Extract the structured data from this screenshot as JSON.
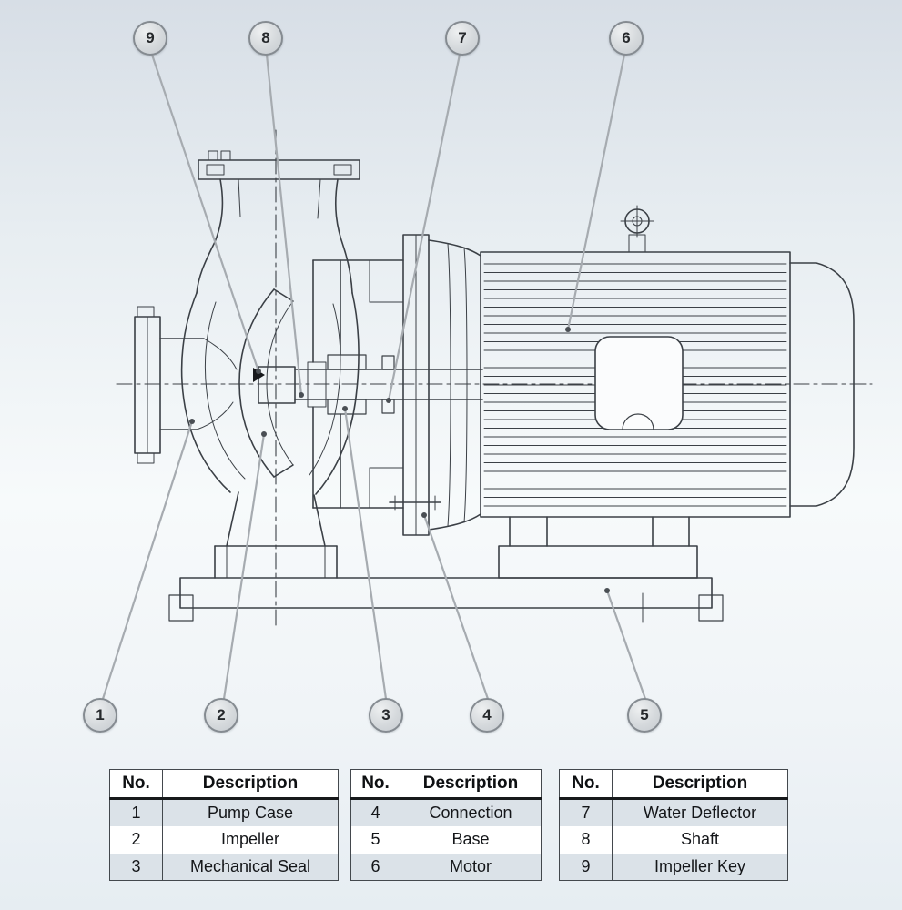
{
  "callouts": {
    "c1": "1",
    "c2": "2",
    "c3": "3",
    "c4": "4",
    "c5": "5",
    "c6": "6",
    "c7": "7",
    "c8": "8",
    "c9": "9"
  },
  "tables": [
    {
      "headers": {
        "no": "No.",
        "description": "Description"
      },
      "rows": [
        {
          "no": "1",
          "description": "Pump Case"
        },
        {
          "no": "2",
          "description": "Impeller"
        },
        {
          "no": "3",
          "description": "Mechanical Seal"
        }
      ]
    },
    {
      "headers": {
        "no": "No.",
        "description": "Description"
      },
      "rows": [
        {
          "no": "4",
          "description": "Connection"
        },
        {
          "no": "5",
          "description": "Base"
        },
        {
          "no": "6",
          "description": "Motor"
        }
      ]
    },
    {
      "headers": {
        "no": "No.",
        "description": "Description"
      },
      "rows": [
        {
          "no": "7",
          "description": "Water Deflector"
        },
        {
          "no": "8",
          "description": "Shaft"
        },
        {
          "no": "9",
          "description": "Impeller Key"
        }
      ]
    }
  ],
  "colors": {
    "drawing_line": "#3b4046",
    "leader_line": "#a6abb0",
    "callout_fill": "#d3d7da",
    "callout_border": "#858b91",
    "table_row_shaded": "#dbe2e8",
    "table_border": "#43484d"
  }
}
